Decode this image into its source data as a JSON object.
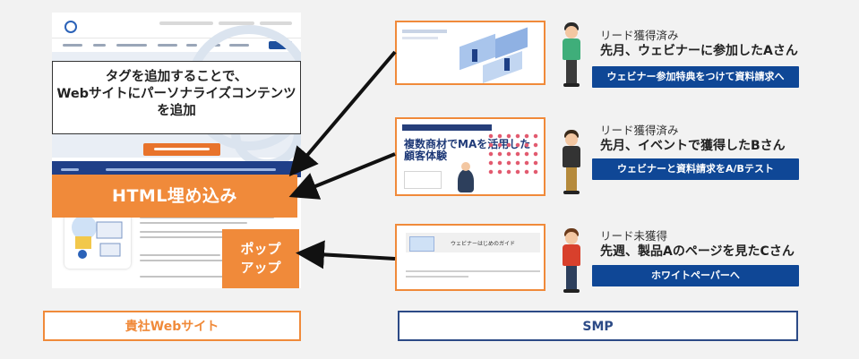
{
  "left": {
    "callout_lines": [
      "タグを追加することで、",
      "Webサイトにパーソナライズコンテンツ",
      "を追加"
    ],
    "embed_label": "HTML埋め込み",
    "popup_lines": [
      "ポップ",
      "アップ"
    ],
    "section_label": "貴社Webサイト"
  },
  "right": {
    "section_label": "SMP",
    "smp2_title_lines": [
      "複数商材でMAを活用した",
      "顧客体験"
    ],
    "smp3_title": "ウェビナーはじめのガイド",
    "personas": [
      {
        "status": "リード獲得済み",
        "name": "先月、ウェビナーに参加したAさん",
        "action": "ウェビナー参加特典をつけて資料請求へ"
      },
      {
        "status": "リード獲得済み",
        "name": "先月、イベントで獲得したBさん",
        "action": "ウェビナーと資料請求をA/Bテスト"
      },
      {
        "status": "リード未獲得",
        "name": "先週、製品Aのページを見たCさん",
        "action": "ホワイトペーパーへ"
      }
    ]
  },
  "colors": {
    "orange": "#f08a3a",
    "navy": "#2c4a86",
    "button_blue": "#0f4796"
  }
}
